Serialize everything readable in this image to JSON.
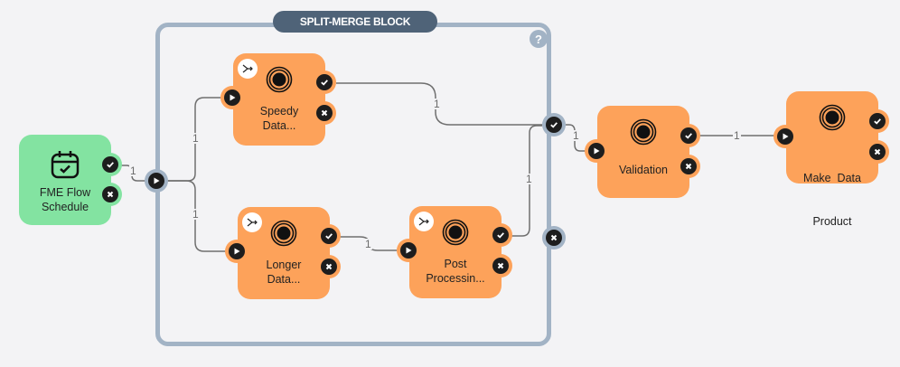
{
  "block": {
    "title": "SPLIT-MERGE BLOCK",
    "help_glyph": "?",
    "colors": {
      "frame": "#a2b3c5",
      "title_bg": "#4f6378"
    }
  },
  "nodes": {
    "schedule": {
      "label_line1": "FME Flow",
      "label_line2": "Schedule",
      "icon": "calendar-check-icon",
      "color": "#83e3a1"
    },
    "speedy": {
      "label_line1": "Speedy",
      "label_line2": "Data...",
      "icon": "target-icon",
      "badge": "split-icon",
      "color": "#fda25a"
    },
    "longer": {
      "label_line1": "Longer",
      "label_line2": "Data...",
      "icon": "target-icon",
      "badge": "split-icon",
      "color": "#fda25a"
    },
    "post": {
      "label_line1": "Post",
      "label_line2": "Processin...",
      "icon": "target-icon",
      "badge": "split-icon",
      "color": "#fda25a"
    },
    "validation": {
      "label_line1": "Validation",
      "icon": "target-icon",
      "color": "#fda25a"
    },
    "make": {
      "label_line1": "Make  Data",
      "label_line2": "Product",
      "icon": "target-icon",
      "color": "#fda25a"
    }
  },
  "edges": [
    {
      "from": "schedule.success",
      "to": "block.input",
      "label": "1"
    },
    {
      "from": "block.input",
      "to": "speedy.input",
      "label": "1"
    },
    {
      "from": "block.input",
      "to": "longer.input",
      "label": "1"
    },
    {
      "from": "speedy.success",
      "to": "block.success",
      "label": "1"
    },
    {
      "from": "longer.success",
      "to": "post.input",
      "label": "1"
    },
    {
      "from": "post.success",
      "to": "block.success",
      "label": "1"
    },
    {
      "from": "block.success",
      "to": "validation.input",
      "label": "1"
    },
    {
      "from": "validation.success",
      "to": "make.input",
      "label": "1"
    }
  ]
}
